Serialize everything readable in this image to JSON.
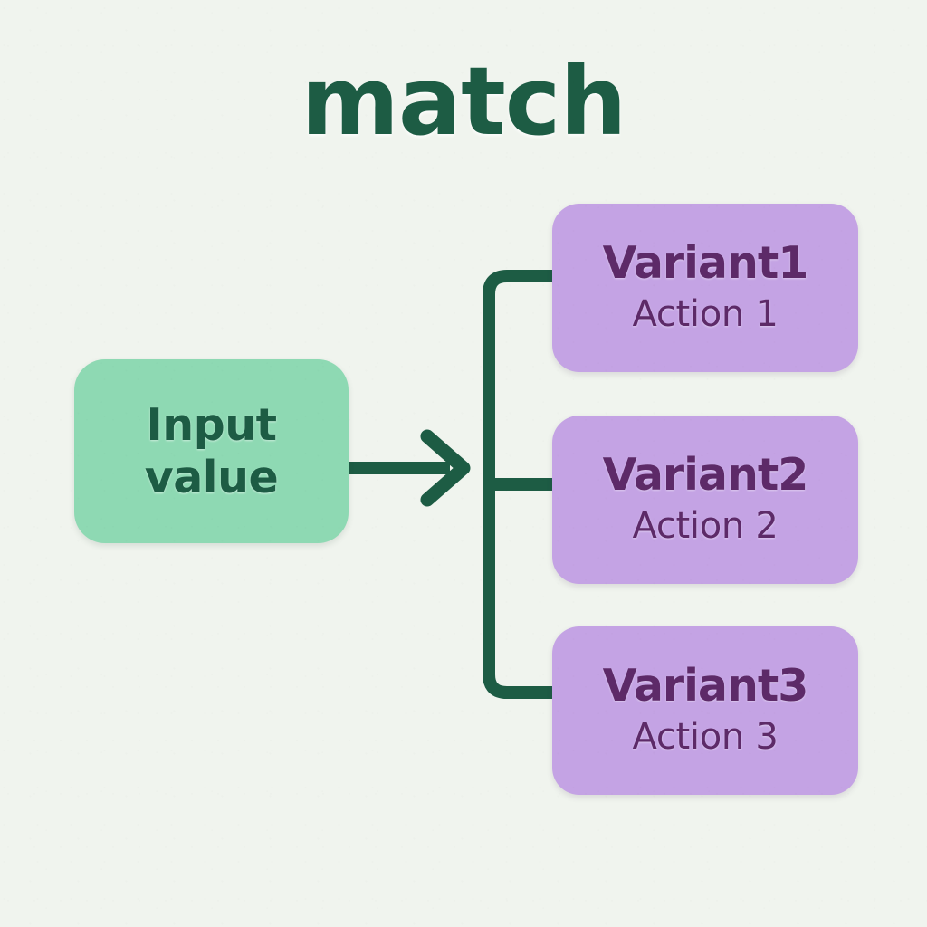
{
  "diagram": {
    "title": "match",
    "background_color": "#f0f4ee",
    "accent_green": "#1d5c44",
    "input_fill": "#8ed9b3",
    "variant_fill": "#c4a3e4",
    "variant_text_color": "#5d2a68"
  },
  "input": {
    "line1": "Input",
    "line2": "value"
  },
  "arrow": {
    "name": "flow-arrow-right"
  },
  "variants": [
    {
      "title": "Variant1",
      "action": "Action 1"
    },
    {
      "title": "Variant2",
      "action": "Action 2"
    },
    {
      "title": "Variant3",
      "action": "Action 3"
    }
  ]
}
